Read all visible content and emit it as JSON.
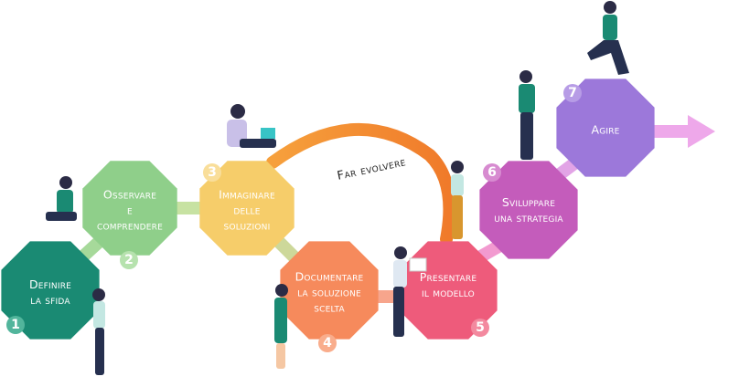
{
  "arc_label": "Far evolvere",
  "steps": [
    {
      "num": "1",
      "label": "Definire\nla sfida",
      "color": "#1a8a73",
      "num_bg": "#52b59c"
    },
    {
      "num": "2",
      "label": "Osservare\ne\ncomprendere",
      "color": "#8fcf8a",
      "num_bg": "#b6e2ae"
    },
    {
      "num": "3",
      "label": "Immaginare\ndelle\nsoluzioni",
      "color": "#f6cd6a",
      "num_bg": "#f9de9a"
    },
    {
      "num": "4",
      "label": "Documentare\nla soluzione\nscelta",
      "color": "#f68a5c",
      "num_bg": "#f9ad8c"
    },
    {
      "num": "5",
      "label": "Presentare\nil modello",
      "color": "#ee5b7b",
      "num_bg": "#f3899f"
    },
    {
      "num": "6",
      "label": "Sviluppare\nuna strategia",
      "color": "#c45cbb",
      "num_bg": "#d78bd0"
    },
    {
      "num": "7",
      "label": "Agire",
      "color": "#9c78da",
      "num_bg": "#b79ce6"
    }
  ],
  "colors": {
    "arc_start": "#f6a03c",
    "arc_end": "#f07a2a",
    "arrow": "#eea8ea"
  }
}
